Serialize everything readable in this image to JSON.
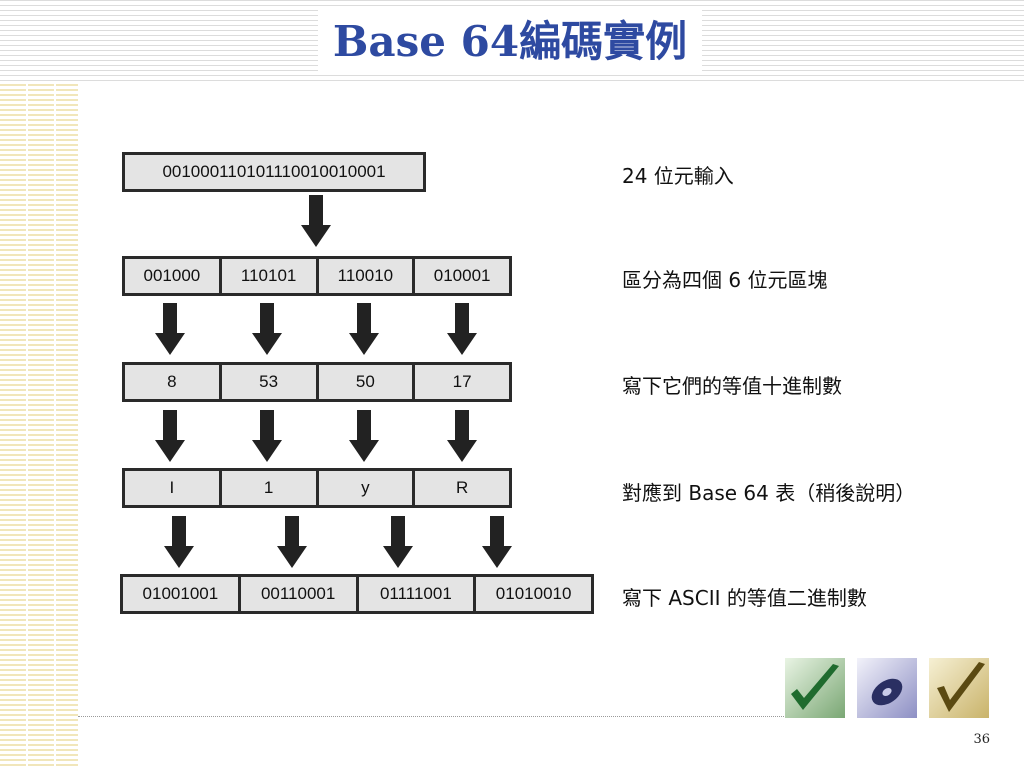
{
  "slide": {
    "title": "Base 64編碼實例",
    "page_number": "36"
  },
  "input_row": {
    "bits": "001000110101110010010001",
    "description": "24 位元輸入"
  },
  "six_bit_row": {
    "cells": [
      "001000",
      "110101",
      "110010",
      "010001"
    ],
    "description": "區分為四個 6 位元區塊"
  },
  "decimal_row": {
    "cells": [
      "8",
      "53",
      "50",
      "17"
    ],
    "description": "寫下它們的等值十進制數"
  },
  "base64_row": {
    "cells": [
      "I",
      "1",
      "y",
      "R"
    ],
    "description": "對應到 Base 64 表（稍後說明）"
  },
  "ascii_row": {
    "cells": [
      "01001001",
      "00110001",
      "01111001",
      "01010010"
    ],
    "description": "寫下 ASCII 的等值二進制數"
  },
  "colors": {
    "title": "#2e4aa1",
    "cell_fill": "#e4e4e4",
    "border": "#2a2a2a",
    "left_stripes": "#f1e6ba"
  },
  "icons": [
    "checkmark-green-icon",
    "disc-purple-icon",
    "checkmark-gold-icon"
  ]
}
